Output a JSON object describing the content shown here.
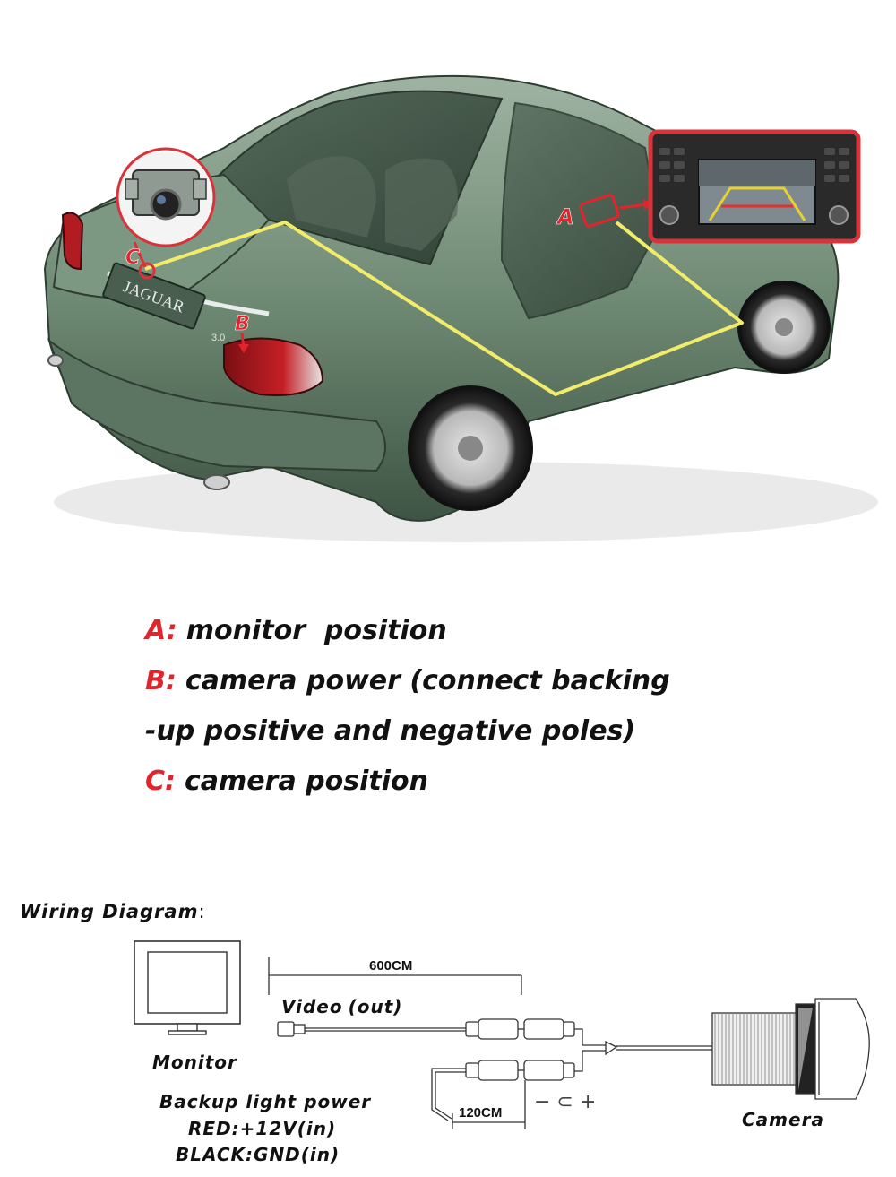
{
  "car": {
    "brand_badge": "JAGUAR",
    "model_badge": "3.0",
    "callout_a": "A",
    "callout_b": "B",
    "callout_c": "C"
  },
  "legend": [
    {
      "key": "A:",
      "text": "monitor  position"
    },
    {
      "key": "B:",
      "text": "camera power (connect backing"
    },
    {
      "key": "",
      "text": "-up positive and negative poles)"
    },
    {
      "key": "C:",
      "text": "camera position"
    }
  ],
  "wiring": {
    "title": "Wiring Diagram",
    "title_suffix": ":",
    "monitor_label": "Monitor",
    "cable_length_long": "600CM",
    "video_label": "Video",
    "video_dir": "(out)",
    "backup_label": "Backup light power",
    "red_label": "RED",
    "red_value": ":+12V(in)",
    "black_label": "BLACK",
    "black_value": ":GND(in)",
    "cable_length_short": "120CM",
    "polarity": "− ⊂ +",
    "camera_label": "Camera"
  },
  "colors": {
    "accent_red": "#e0262c",
    "callout_yellow": "#f2ec6a",
    "car_body": "#6f8a74",
    "monitor_frame": "#d8323a"
  }
}
